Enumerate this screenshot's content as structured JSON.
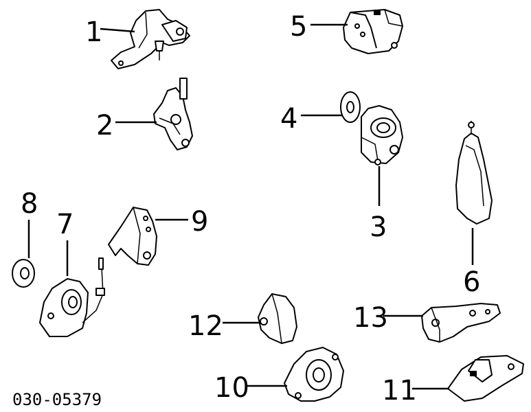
{
  "callouts": {
    "c1": "1",
    "c2": "2",
    "c3": "3",
    "c4": "4",
    "c5": "5",
    "c6": "6",
    "c7": "7",
    "c8": "8",
    "c9": "9",
    "c10": "10",
    "c11": "11",
    "c12": "12",
    "c13": "13"
  },
  "diagram_code": "030-05379"
}
